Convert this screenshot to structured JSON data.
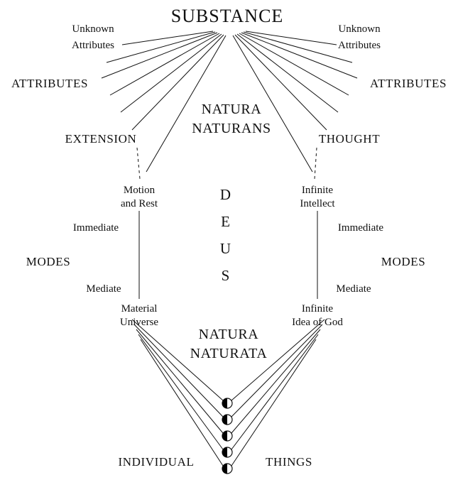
{
  "colors": {
    "background": "#ffffff",
    "line": "#111111",
    "text": "#111111",
    "circle_fill_half": "#000000"
  },
  "labels": {
    "substance": "SUBSTANCE",
    "unknown_attributes_left": {
      "line1": "Unknown",
      "line2": "Attributes"
    },
    "unknown_attributes_right": {
      "line1": "Unknown",
      "line2": "Attributes"
    },
    "attributes_left": "ATTRIBUTES",
    "attributes_right": "ATTRIBUTES",
    "natura_naturans": {
      "line1": "NATURA",
      "line2": "NATURANS"
    },
    "extension": "EXTENSION",
    "thought": "THOUGHT",
    "motion_and_rest": {
      "line1": "Motion",
      "line2": "and Rest"
    },
    "infinite_intellect": {
      "line1": "Infinite",
      "line2": "Intellect"
    },
    "deus": {
      "letters": [
        "D",
        "E",
        "U",
        "S"
      ]
    },
    "immediate_left": "Immediate",
    "immediate_right": "Immediate",
    "modes_left": "MODES",
    "modes_right": "MODES",
    "mediate_left": "Mediate",
    "mediate_right": "Mediate",
    "material_universe": {
      "line1": "Material",
      "line2": "Universe"
    },
    "infinite_idea_of_god": {
      "line1": "Infinite",
      "line2": "Idea of God"
    },
    "natura_naturata": {
      "line1": "NATURA",
      "line2": "NATURATA"
    },
    "individual": "INDIVIDUAL",
    "things": "THINGS"
  }
}
